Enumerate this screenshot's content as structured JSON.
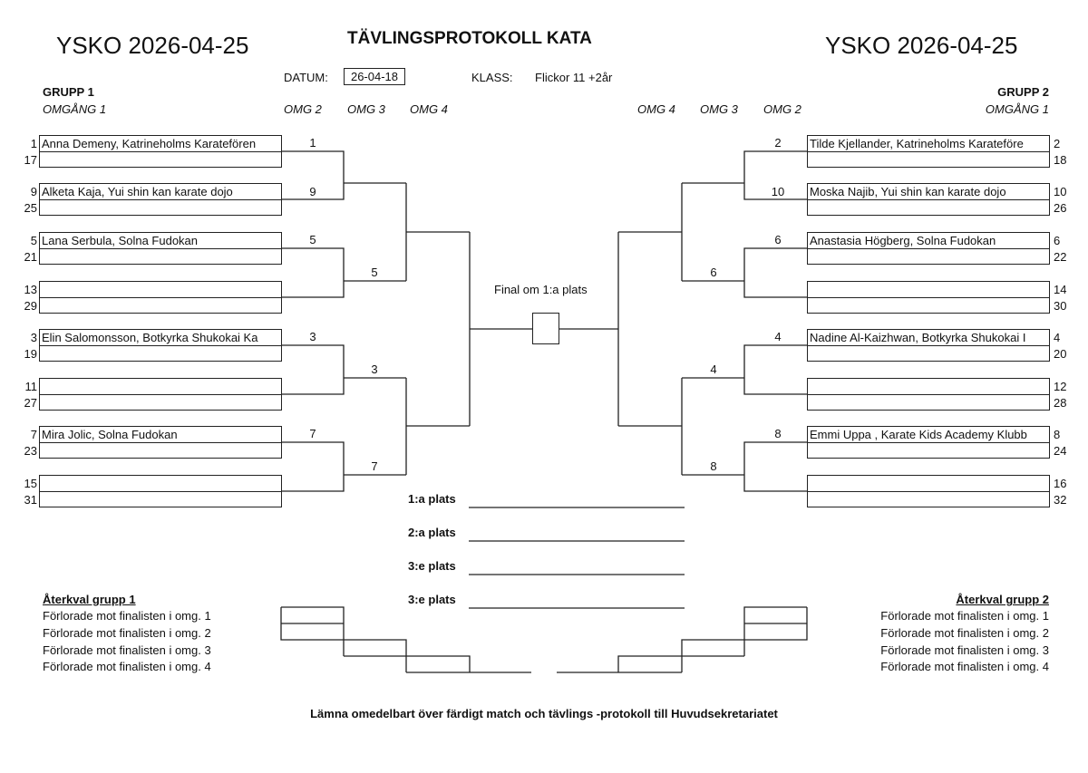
{
  "header": {
    "brand_left": "YSKO 2026-04-25",
    "brand_right": "YSKO 2026-04-25",
    "title": "TÄVLINGSPROTOKOLL KATA",
    "datum_label": "DATUM:",
    "datum_value": "26-04-18",
    "klass_label": "KLASS:",
    "klass_value": "Flickor 11 +2år"
  },
  "left": {
    "group": "GRUPP 1",
    "round1": "OMGÅNG 1",
    "rounds": [
      "OMG 2",
      "OMG 3",
      "OMG 4"
    ],
    "pairs": [
      {
        "seeds": [
          "1",
          "17"
        ],
        "names": [
          "Anna Demeny, Katrineholms Karatefören",
          ""
        ],
        "winner": "1"
      },
      {
        "seeds": [
          "9",
          "25"
        ],
        "names": [
          "Alketa Kaja, Yui shin kan karate dojo",
          ""
        ],
        "winner": "9"
      },
      {
        "seeds": [
          "5",
          "21"
        ],
        "names": [
          "Lana Serbula, Solna Fudokan",
          ""
        ],
        "winner": "5"
      },
      {
        "seeds": [
          "13",
          "29"
        ],
        "names": [
          "",
          ""
        ],
        "winner": ""
      },
      {
        "seeds": [
          "3",
          "19"
        ],
        "names": [
          "Elin Salomonsson, Botkyrka Shukokai Ka",
          ""
        ],
        "winner": "3"
      },
      {
        "seeds": [
          "11",
          "27"
        ],
        "names": [
          "",
          ""
        ],
        "winner": ""
      },
      {
        "seeds": [
          "7",
          "23"
        ],
        "names": [
          "Mira Jolic, Solna Fudokan",
          ""
        ],
        "winner": "7"
      },
      {
        "seeds": [
          "15",
          "31"
        ],
        "names": [
          "",
          ""
        ],
        "winner": ""
      }
    ],
    "omg3_winners": [
      "",
      "5",
      "3",
      "7"
    ]
  },
  "right": {
    "group": "GRUPP 2",
    "round1": "OMGÅNG 1",
    "rounds": [
      "OMG 4",
      "OMG 3",
      "OMG 2"
    ],
    "pairs": [
      {
        "seeds": [
          "2",
          "18"
        ],
        "names": [
          "Tilde Kjellander, Katrineholms Karateföre",
          ""
        ],
        "winner": "2"
      },
      {
        "seeds": [
          "10",
          "26"
        ],
        "names": [
          "Moska Najib, Yui shin kan karate dojo",
          ""
        ],
        "winner": "10"
      },
      {
        "seeds": [
          "6",
          "22"
        ],
        "names": [
          "Anastasia Högberg, Solna Fudokan",
          ""
        ],
        "winner": "6"
      },
      {
        "seeds": [
          "14",
          "30"
        ],
        "names": [
          "",
          ""
        ],
        "winner": ""
      },
      {
        "seeds": [
          "4",
          "20"
        ],
        "names": [
          "Nadine Al-Kaizhwan, Botkyrka Shukokai I",
          ""
        ],
        "winner": "4"
      },
      {
        "seeds": [
          "12",
          "28"
        ],
        "names": [
          "",
          ""
        ],
        "winner": ""
      },
      {
        "seeds": [
          "8",
          "24"
        ],
        "names": [
          "Emmi Uppa , Karate Kids Academy Klubb",
          ""
        ],
        "winner": "8"
      },
      {
        "seeds": [
          "16",
          "32"
        ],
        "names": [
          "",
          ""
        ],
        "winner": ""
      }
    ],
    "omg3_winners": [
      "",
      "6",
      "4",
      "8"
    ]
  },
  "final": {
    "label": "Final om 1:a plats"
  },
  "placings": [
    "1:a plats",
    "2:a plats",
    "3:e plats",
    "3:e plats"
  ],
  "repechage_left": {
    "title": "Återkval grupp 1",
    "rows": [
      "Förlorade mot finalisten i omg. 1",
      "Förlorade mot finalisten i omg. 2",
      "Förlorade mot finalisten i omg. 3",
      "Förlorade mot finalisten i omg. 4"
    ]
  },
  "repechage_right": {
    "title": "Återkval grupp 2",
    "rows": [
      "Förlorade mot finalisten i omg. 1",
      "Förlorade mot finalisten i omg. 2",
      "Förlorade mot finalisten i omg. 3",
      "Förlorade mot finalisten i omg. 4"
    ]
  },
  "footer": "Lämna omedelbart över färdigt match och tävlings -protokoll till Huvudsekretariatet"
}
